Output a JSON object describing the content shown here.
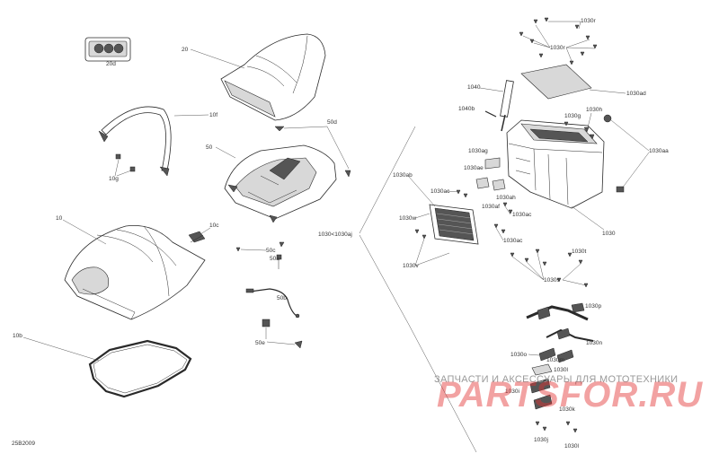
{
  "diagram_id": "25B2009",
  "watermark": {
    "tagline": "ЗАПЧАСТИ И АКСЕССУАРЫ ДЛЯ МОТОТЕХНИКИ",
    "brand": "PARTSFOR.RU"
  },
  "callouts": [
    {
      "id": "c-20d",
      "text": "20d"
    },
    {
      "id": "c-20",
      "text": "20"
    },
    {
      "id": "c-10f",
      "text": "10f"
    },
    {
      "id": "c-10g",
      "text": "10g"
    },
    {
      "id": "c-50d",
      "text": "50d"
    },
    {
      "id": "c-50",
      "text": "50"
    },
    {
      "id": "c-10",
      "text": "10"
    },
    {
      "id": "c-10c",
      "text": "10c"
    },
    {
      "id": "c-50c",
      "text": "50c"
    },
    {
      "id": "c-50a",
      "text": "50a"
    },
    {
      "id": "c-50b",
      "text": "50b"
    },
    {
      "id": "c-50e",
      "text": "50e"
    },
    {
      "id": "c-10b",
      "text": "10b"
    },
    {
      "id": "c-1030-range",
      "text": "1030<1030aj"
    },
    {
      "id": "c-1030r",
      "text": "1030r"
    },
    {
      "id": "c-1030r2",
      "text": "1030r"
    },
    {
      "id": "c-1030ad",
      "text": "1030ad"
    },
    {
      "id": "c-1040",
      "text": "1040"
    },
    {
      "id": "c-1040b",
      "text": "1040b"
    },
    {
      "id": "c-1030g",
      "text": "1030g"
    },
    {
      "id": "c-1030h",
      "text": "1030h"
    },
    {
      "id": "c-1030aa",
      "text": "1030aa"
    },
    {
      "id": "c-1030ag",
      "text": "1030ag"
    },
    {
      "id": "c-1030ae",
      "text": "1030ae"
    },
    {
      "id": "c-1030ab",
      "text": "1030ab"
    },
    {
      "id": "c-1030ac",
      "text": "1030ac"
    },
    {
      "id": "c-1030ah",
      "text": "1030ah"
    },
    {
      "id": "c-1030af",
      "text": "1030af"
    },
    {
      "id": "c-1030ac2",
      "text": "1030ac"
    },
    {
      "id": "c-1030w",
      "text": "1030w"
    },
    {
      "id": "c-1030ac3",
      "text": "1030ac"
    },
    {
      "id": "c-1030v",
      "text": "1030v"
    },
    {
      "id": "c-1030",
      "text": "1030"
    },
    {
      "id": "c-1030t",
      "text": "1030t"
    },
    {
      "id": "c-1030s",
      "text": "1030s"
    },
    {
      "id": "c-1030p",
      "text": "1030p"
    },
    {
      "id": "c-1030n",
      "text": "1030n"
    },
    {
      "id": "c-1030o",
      "text": "1030o"
    },
    {
      "id": "c-1030m",
      "text": "1030m"
    },
    {
      "id": "c-1030l",
      "text": "1030l"
    },
    {
      "id": "c-1030i",
      "text": "1030i"
    },
    {
      "id": "c-1030k",
      "text": "1030k"
    },
    {
      "id": "c-1030j",
      "text": "1030j"
    },
    {
      "id": "c-1030l2",
      "text": "1030l"
    }
  ]
}
